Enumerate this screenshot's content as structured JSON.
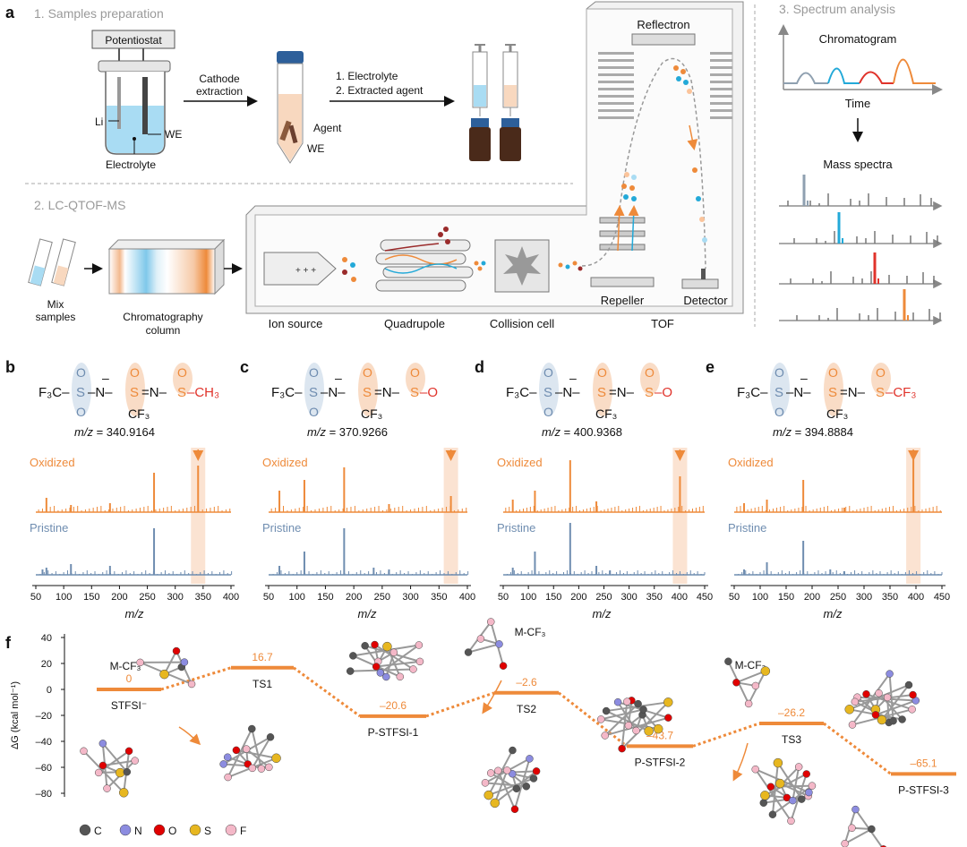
{
  "colors": {
    "orange": "#ee8a3a",
    "blue": "#6f8db0",
    "red": "#e0332b",
    "cyan": "#23a9d8",
    "gray": "#7a7a7a",
    "lightorange": "#f9dcc6",
    "lightblue": "#dce6f0"
  },
  "panel_a": {
    "label": "a",
    "sec1": "1. Samples preparation",
    "sec2": "2. LC-QTOF-MS",
    "sec3": "3. Spectrum analysis",
    "potentiostat": "Potentiostat",
    "li": "Li",
    "we": "WE",
    "electrolyte": "Electrolyte",
    "cathode1": "Cathode",
    "cathode2": "extraction",
    "agent": "Agent",
    "we2": "WE",
    "step1": "1. Electrolyte",
    "step2": "2. Extracted agent",
    "mix1": "Mix",
    "mix2": "samples",
    "col1": "Chromatography",
    "col2": "column",
    "ion_source": "Ion source",
    "quadrupole": "Quadrupole",
    "collision": "Collision cell",
    "tof": "TOF",
    "repeller": "Repeller",
    "reflectron": "Reflectron",
    "detector": "Detector",
    "chromatogram": "Chromatogram",
    "time": "Time",
    "mass_spectra": "Mass spectra"
  },
  "spectra_panels": [
    {
      "label": "b",
      "mz_label": "m/z",
      "mz_value": " = 340.9164",
      "xmax": 400,
      "ticks": [
        "50",
        "100",
        "150",
        "200",
        "250",
        "300",
        "350",
        "400"
      ],
      "ox": "Oxidized",
      "pr": "Pristine",
      "axis": "m/z",
      "target": 341,
      "tail": "S–CH₃"
    },
    {
      "label": "c",
      "mz_label": "m/z",
      "mz_value": " = 370.9266",
      "xmax": 400,
      "ticks": [
        "50",
        "100",
        "150",
        "200",
        "250",
        "300",
        "350",
        "400"
      ],
      "ox": "Oxidized",
      "pr": "Pristine",
      "axis": "m/z",
      "target": 371,
      "tail": "S–O"
    },
    {
      "label": "d",
      "mz_label": "m/z",
      "mz_value": " = 400.9368",
      "xmax": 450,
      "ticks": [
        "50",
        "100",
        "150",
        "200",
        "250",
        "300",
        "350",
        "400",
        "450"
      ],
      "ox": "Oxidized",
      "pr": "Pristine",
      "axis": "m/z",
      "target": 401,
      "tail": "S–O"
    },
    {
      "label": "e",
      "mz_label": "m/z",
      "mz_value": " = 394.8884",
      "xmax": 450,
      "ticks": [
        "50",
        "100",
        "150",
        "200",
        "250",
        "300",
        "350",
        "400",
        "450"
      ],
      "ox": "Oxidized",
      "pr": "Pristine",
      "axis": "m/z",
      "target": 395,
      "tail": "S–CF₃"
    }
  ],
  "molecule": {
    "f3c": "F₃C",
    "s": "S",
    "n": "N",
    "o": "O",
    "cf3": "CF₃",
    "minus": "–"
  },
  "panel_f": {
    "label": "f",
    "ylabel": "ΔG (kcal mol⁻¹)",
    "yticks": [
      "40",
      "20",
      "0",
      "–20",
      "–40",
      "–60",
      "–80"
    ],
    "legend": [
      "C",
      "N",
      "O",
      "S",
      "F"
    ],
    "species": [
      "M-CF₃",
      "M-CF₃",
      "M-CF₃"
    ]
  },
  "chart_data": {
    "type": "line",
    "title": "",
    "xlabel": "",
    "ylabel": "ΔG (kcal mol⁻¹)",
    "ylim": [
      -80,
      40
    ],
    "categories": [
      "STFSI⁻",
      "TS1",
      "P-STFSI-1",
      "TS2",
      "P-STFSI-2",
      "TS3",
      "P-STFSI-3"
    ],
    "values": [
      0,
      16.7,
      -20.6,
      -2.6,
      -43.7,
      -26.2,
      -65.1
    ],
    "value_labels": [
      "0",
      "16.7",
      "–20.6",
      "–2.6",
      "–43.7",
      "–26.2",
      "–65.1"
    ]
  }
}
